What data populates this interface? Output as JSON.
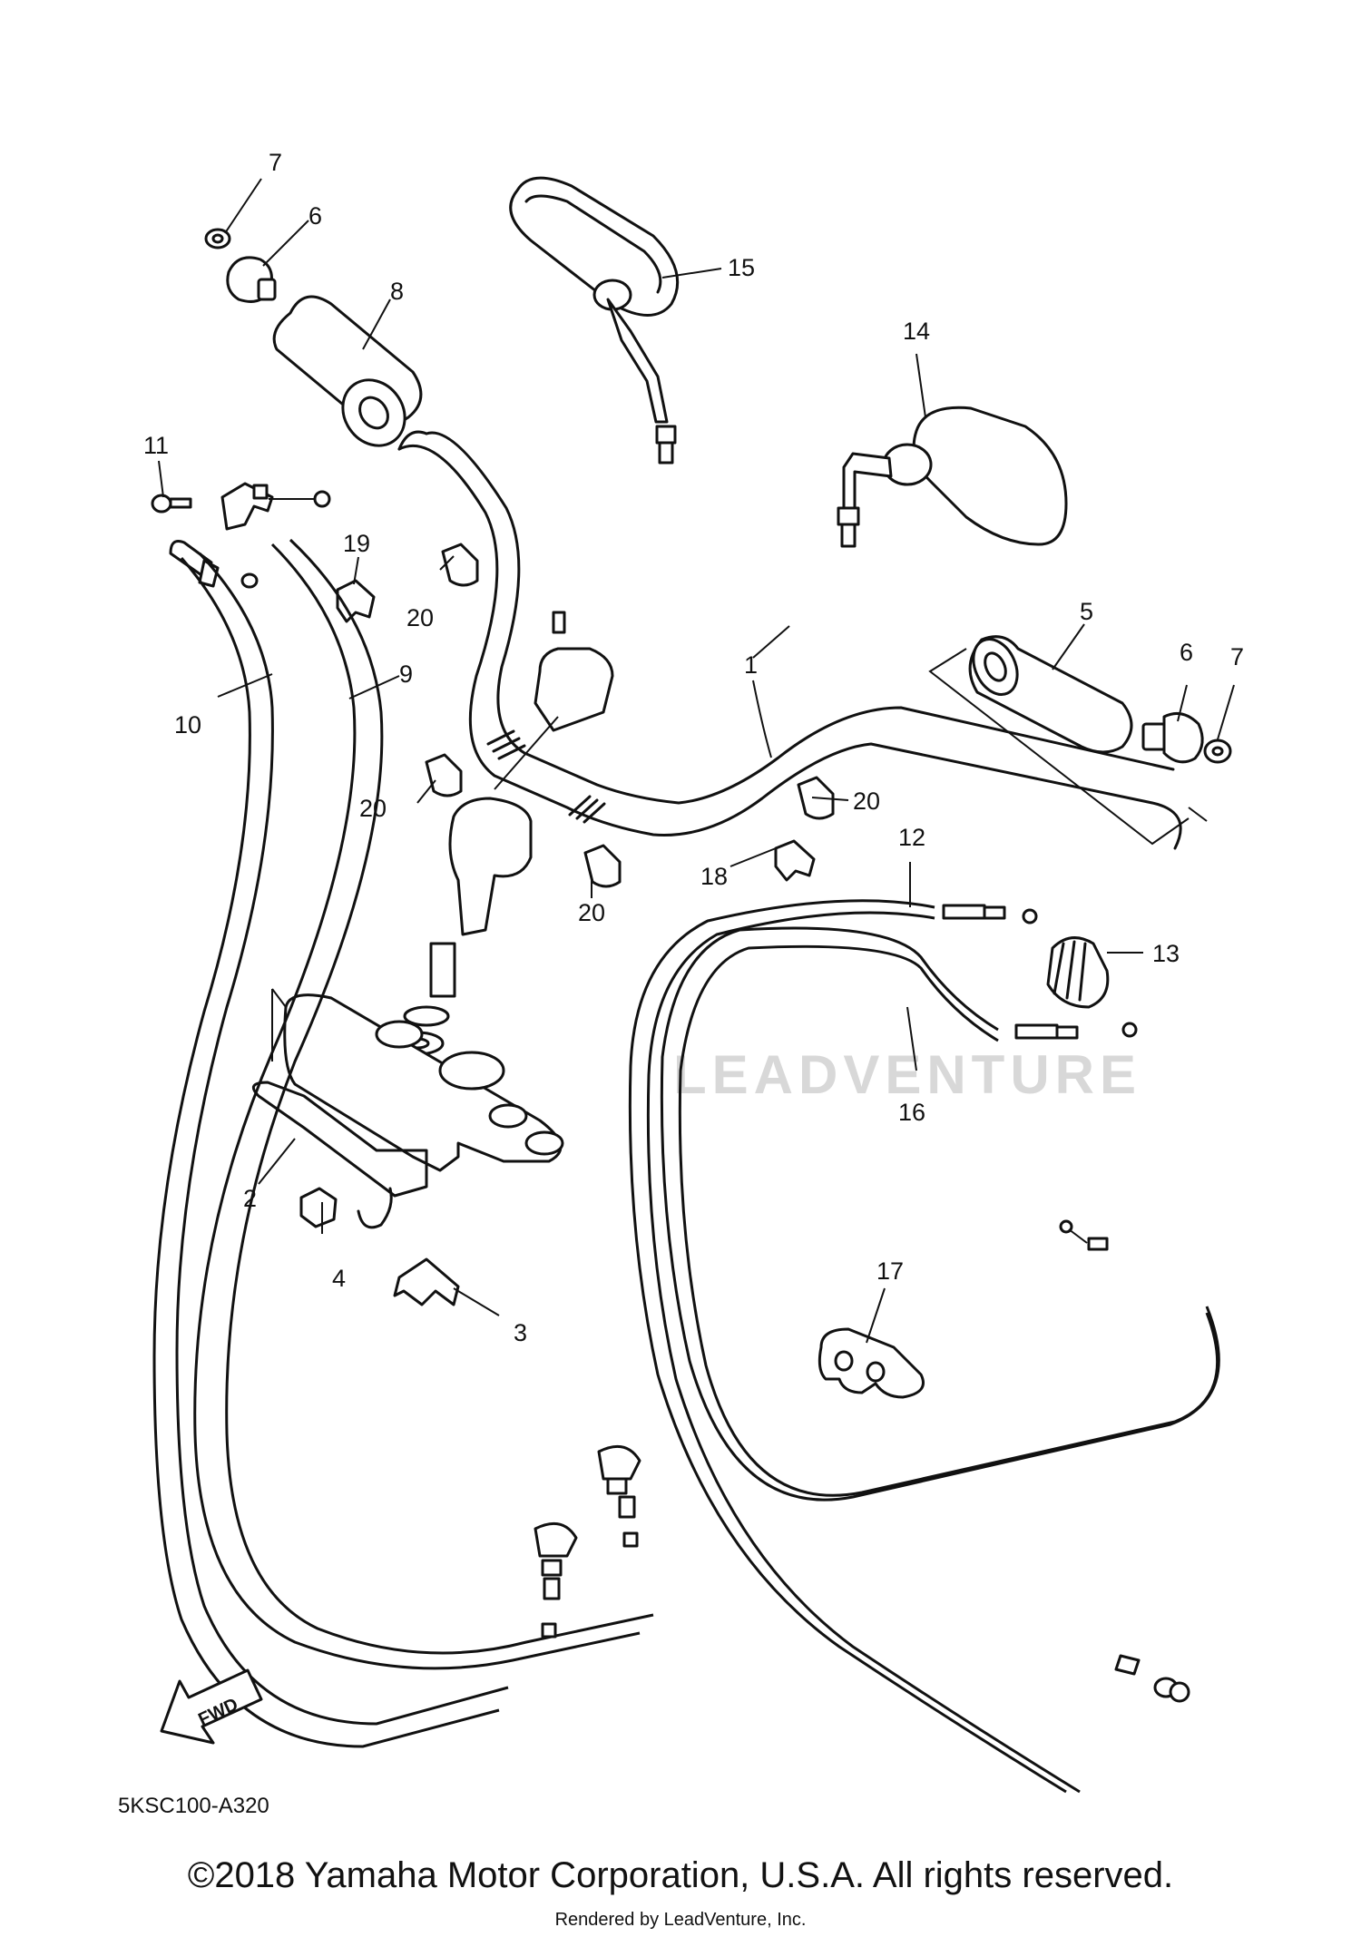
{
  "diagram": {
    "callouts": {
      "c1": "1",
      "c2": "2",
      "c3": "3",
      "c4": "4",
      "c5": "5",
      "c6a": "6",
      "c6b": "6",
      "c7a": "7",
      "c7b": "7",
      "c8": "8",
      "c9": "9",
      "c10": "10",
      "c11": "11",
      "c12": "12",
      "c13": "13",
      "c14": "14",
      "c15": "15",
      "c16": "16",
      "c17": "17",
      "c18": "18",
      "c19": "19",
      "c20a": "20",
      "c20b": "20",
      "c20c": "20",
      "c20d": "20"
    },
    "fwd_label": "FWD",
    "diagram_code": "5KSC100-A320",
    "watermark": "LEADVENTURE"
  },
  "footer": {
    "copyright": "©2018 Yamaha Motor Corporation, U.S.A. All rights reserved.",
    "rendered_by": "Rendered by LeadVenture, Inc."
  },
  "colors": {
    "line": "#111111",
    "background": "#ffffff",
    "watermark": "#d8d8d8"
  }
}
